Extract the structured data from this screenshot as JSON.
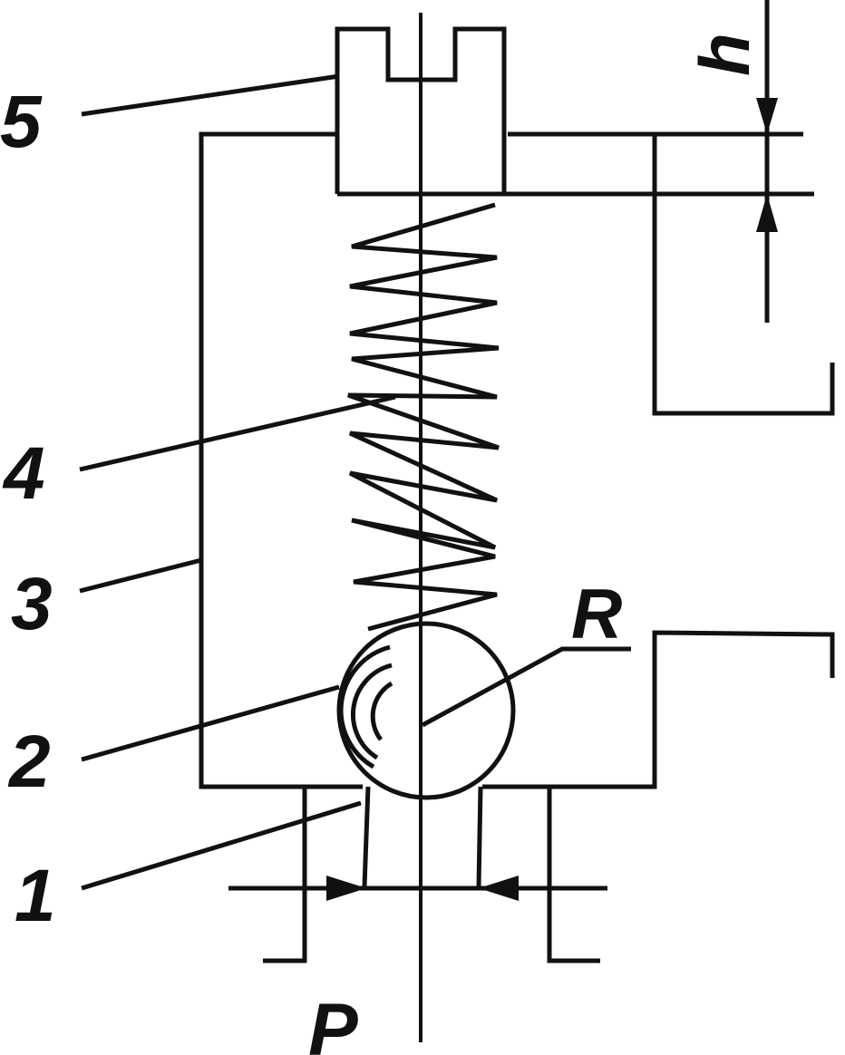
{
  "labels": {
    "part1": "1",
    "part2": "2",
    "part3": "3",
    "part4": "4",
    "part5": "5",
    "radius": "R",
    "pressure": "P",
    "height": "h"
  },
  "colors": {
    "stroke": "#111111",
    "background": "#ffffff"
  }
}
